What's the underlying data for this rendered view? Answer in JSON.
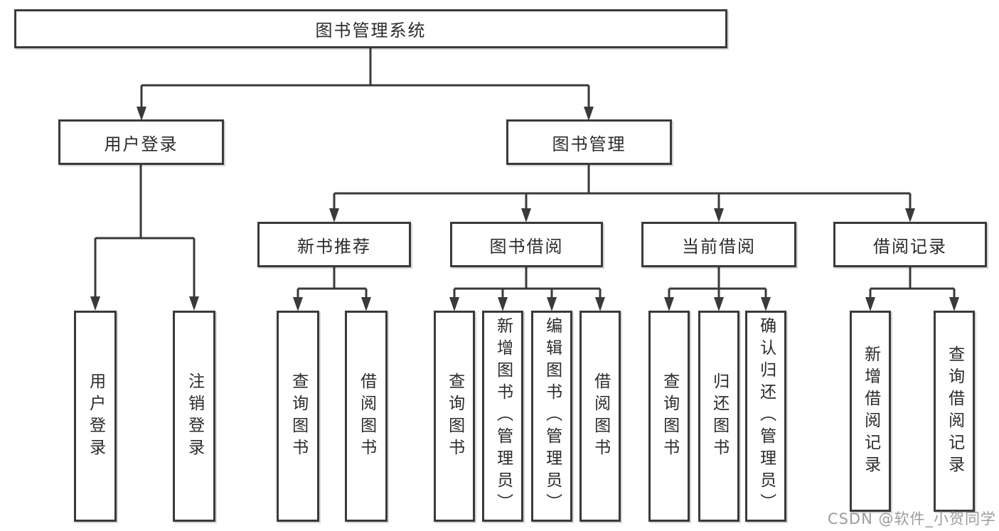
{
  "diagram": {
    "title": "图书管理系统",
    "nodes": {
      "root": {
        "label": "图书管理系统"
      },
      "user_login": {
        "label": "用户登录"
      },
      "book_mgmt": {
        "label": "图书管理"
      },
      "new_books": {
        "label": "新书推荐"
      },
      "book_borrow": {
        "label": "图书借阅"
      },
      "current_borrow": {
        "label": "当前借阅"
      },
      "borrow_records": {
        "label": "借阅记录"
      }
    },
    "leaves": {
      "user_login": [
        "用户登录",
        "注销登录"
      ],
      "new_books": [
        "查询图书",
        "借阅图书"
      ],
      "book_borrow": [
        "查询图书",
        "新增图书（管理员）",
        "编辑图书（管理员）",
        "借阅图书"
      ],
      "current_borrow": [
        "查询图书",
        "归还图书",
        "确认归还（管理员）"
      ],
      "borrow_records": [
        "新增借阅记录",
        "查询借阅记录"
      ]
    }
  },
  "watermark": {
    "text": "CSDN @软件_小贺同学",
    "color": "#9c9c9c"
  },
  "colors": {
    "line": "#3a3a3a",
    "box_border": "#3a3a3a",
    "text": "#2b2b2b",
    "background": "#ffffff"
  }
}
